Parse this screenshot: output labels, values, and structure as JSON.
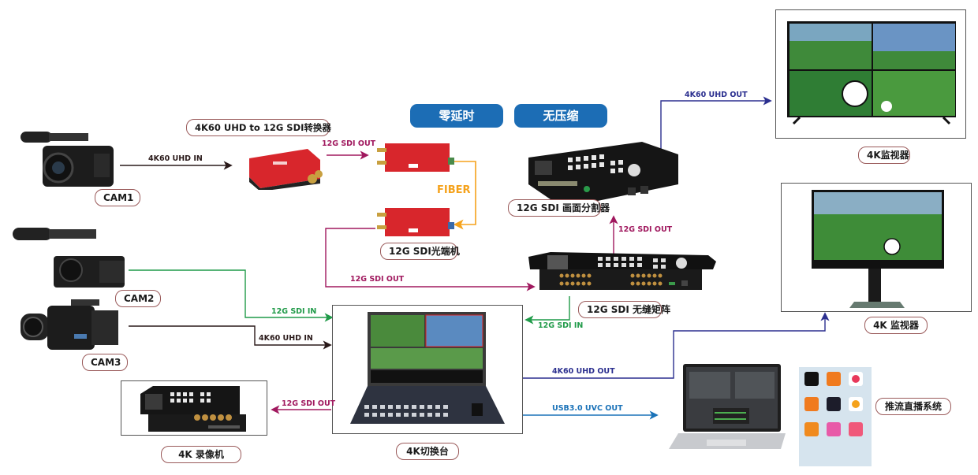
{
  "badges": [
    "零延时",
    "无压缩"
  ],
  "devices": {
    "cam1": "CAM1",
    "cam2": "CAM2",
    "cam3": "CAM3",
    "converter": "4K60 UHD to 12G SDI转换器",
    "fiber_tx_rx": "12G SDI光端机",
    "multiviewer": "12G SDI 画面分割器",
    "matrix": "12G SDI 无缝矩阵",
    "switcher": "4K切换台",
    "recorder": "4K 录像机",
    "monitor_tv": "4K监视器",
    "monitor_desk": "4K 监视器",
    "streaming": "推流直播系统"
  },
  "signals": {
    "cam1_in": "4K60 UHD IN",
    "converter_out": "12G SDI OUT",
    "fiber": "FIBER",
    "fiber_out": "12G SDI OUT",
    "matrix_out": "12G SDI OUT",
    "multiviewer_out": "4K60 UHD OUT",
    "cam2_in": "12G SDI IN",
    "cam3_in": "4K60 UHD IN",
    "matrix_to_switcher": "12G SDI IN",
    "switcher_to_recorder": "12G SDI OUT",
    "switcher_hdmi_out": "4K60 UHD OUT",
    "switcher_usb_out": "USB3.0 UVC OUT"
  },
  "colors": {
    "sdi_out": "#a0185e",
    "sdi_in": "#1f9a48",
    "uhd_in": "#2a1a1a",
    "uhd_out": "#2b2f8f",
    "usb": "#1a72b8",
    "fiber": "#f5a21b",
    "badge": "#1c6db5"
  }
}
